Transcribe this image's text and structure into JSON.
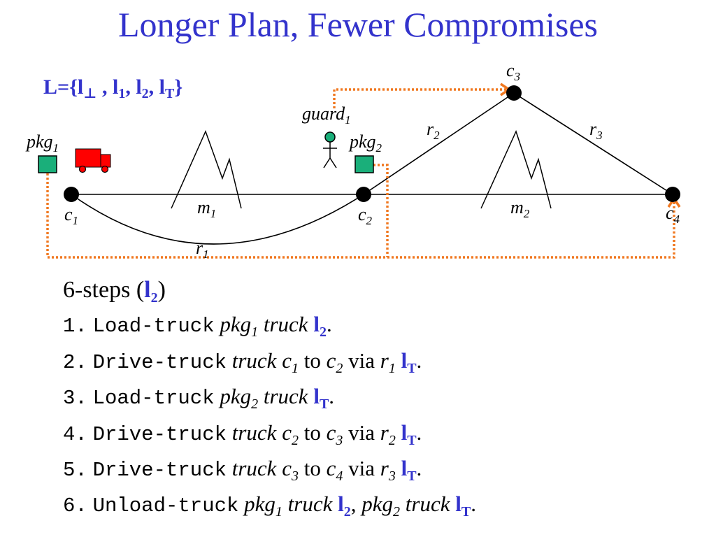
{
  "title": "Longer Plan, Fewer Compromises",
  "levels": {
    "prefix": "L={l",
    "bottom_sub": "⊥",
    "sep1": " , l",
    "sub1": "1",
    "sep2": ", l",
    "sub2": "2",
    "sep3": ", l",
    "subT": "T",
    "suffix": "}"
  },
  "diagram": {
    "locations": [
      {
        "base": "c",
        "sub": "1"
      },
      {
        "base": "c",
        "sub": "2"
      },
      {
        "base": "c",
        "sub": "3"
      },
      {
        "base": "c",
        "sub": "4"
      }
    ],
    "roads": [
      {
        "base": "r",
        "sub": "1"
      },
      {
        "base": "r",
        "sub": "2"
      },
      {
        "base": "r",
        "sub": "3"
      }
    ],
    "mountains": [
      {
        "base": "m",
        "sub": "1"
      },
      {
        "base": "m",
        "sub": "2"
      }
    ],
    "packages": [
      {
        "base": "pkg",
        "sub": "1"
      },
      {
        "base": "pkg",
        "sub": "2"
      }
    ],
    "guard": {
      "base": "guard",
      "sub": "1"
    },
    "colors": {
      "truck": "#ff0000",
      "package": "#1aaf7a",
      "route": "#f07820",
      "node": "#000000",
      "accent": "#3333cc"
    },
    "icons": {
      "truck": "truck-icon",
      "guard": "guard-icon",
      "package": "package-icon",
      "mountain": "mountain-icon"
    }
  },
  "plan": {
    "heading_prefix": "6-steps (",
    "heading_level": "l",
    "heading_level_sub": "2",
    "heading_suffix": ")",
    "steps": [
      {
        "num": "1.",
        "action": "Load-truck",
        "a_base": "pkg",
        "a_sub": "1",
        "b": "truck",
        "lvl": "l",
        "lvl_sub": "2",
        "end": "."
      },
      {
        "num": "2.",
        "action": "Drive-truck",
        "a": "truck",
        "from_base": "c",
        "from_sub": "1",
        "to": "to",
        "dest_base": "c",
        "dest_sub": "2",
        "via": "via",
        "road_base": "r",
        "road_sub": "1",
        "lvl": "l",
        "lvl_sub": "T",
        "end": "."
      },
      {
        "num": "3.",
        "action": "Load-truck",
        "a_base": "pkg",
        "a_sub": "2",
        "b": "truck",
        "lvl": "l",
        "lvl_sub": "T",
        "end": "."
      },
      {
        "num": "4.",
        "action": "Drive-truck",
        "a": "truck",
        "from_base": "c",
        "from_sub": "2",
        "to": "to",
        "dest_base": "c",
        "dest_sub": "3",
        "via": "via",
        "road_base": "r",
        "road_sub": "2",
        "lvl": "l",
        "lvl_sub": "T",
        "end": "."
      },
      {
        "num": "5.",
        "action": "Drive-truck",
        "a": "truck",
        "from_base": "c",
        "from_sub": "3",
        "to": "to",
        "dest_base": "c",
        "dest_sub": "4",
        "via": "via",
        "road_base": "r",
        "road_sub": "3",
        "lvl": "l",
        "lvl_sub": "T",
        "end": "."
      },
      {
        "num": "6.",
        "action": "Unload-truck",
        "a_base": "pkg",
        "a_sub": "1",
        "b": "truck",
        "lvl": "l",
        "lvl_sub": "2",
        "comma": ",",
        "c_base": "pkg",
        "c_sub": "2",
        "d": "truck",
        "lvl2": "l",
        "lvl2_sub": "T",
        "end": "."
      }
    ]
  }
}
